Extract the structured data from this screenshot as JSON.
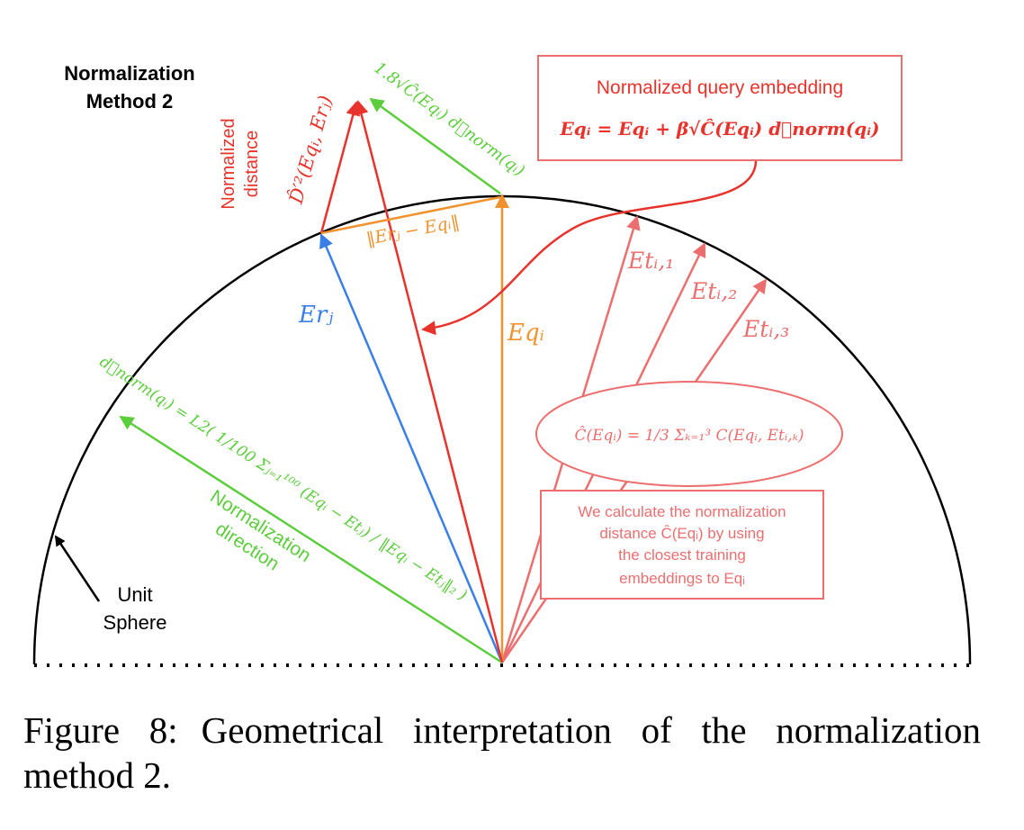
{
  "title": {
    "line1": "Normalization",
    "line2": "Method 2"
  },
  "colors": {
    "sphere": "#000000",
    "green": "#5ccd3c",
    "red": "#e8332c",
    "orange": "#f0922e",
    "blue": "#3a7fe8",
    "pink": "#ec6f6f"
  },
  "labels": {
    "normalized_distance": {
      "line1": "Normalized",
      "line2": "distance"
    },
    "d_prime": "D̂′²(Eqᵢ, Erⱼ)",
    "scaled_direction": "1.8√Ĉ(Eqᵢ) d⃗norm(qᵢ)",
    "query_box": {
      "title": "Normalized query embedding",
      "formula": "Eqᵢ = Eqᵢ + β√Ĉ(Eqᵢ) d⃗norm(qᵢ)"
    },
    "distance_norm": "‖Erⱼ − Eqᵢ‖",
    "er_j": "Erⱼ",
    "eq_i": "Eqᵢ",
    "et_1": "Etᵢ,₁",
    "et_2": "Etᵢ,₂",
    "et_3": "Etᵢ,₃",
    "c_formula": "Ĉ(Eqᵢ) = 1/3 Σₖ₌₁³ C(Eqᵢ, Etᵢ,ₖ)",
    "dnorm_formula": "d⃗norm(qᵢ) = L2( 1/100 Σⱼ₌₁¹⁰⁰ (Eqᵢ − Etⱼ) / ‖Eqᵢ − Etⱼ‖₂ )",
    "normalization_direction": {
      "line1": "Normalization",
      "line2": "direction"
    },
    "calc_box": {
      "line1": "We calculate the normalization",
      "line2": "distance Ĉ(Eqᵢ) by using",
      "line3": "the closest training",
      "line4": "embeddings to Eqᵢ"
    },
    "unit_sphere": {
      "line1": "Unit",
      "line2": "Sphere"
    }
  },
  "caption": {
    "label": "Figure 8:",
    "text": "Geometrical interpretation of the normalization method 2."
  }
}
